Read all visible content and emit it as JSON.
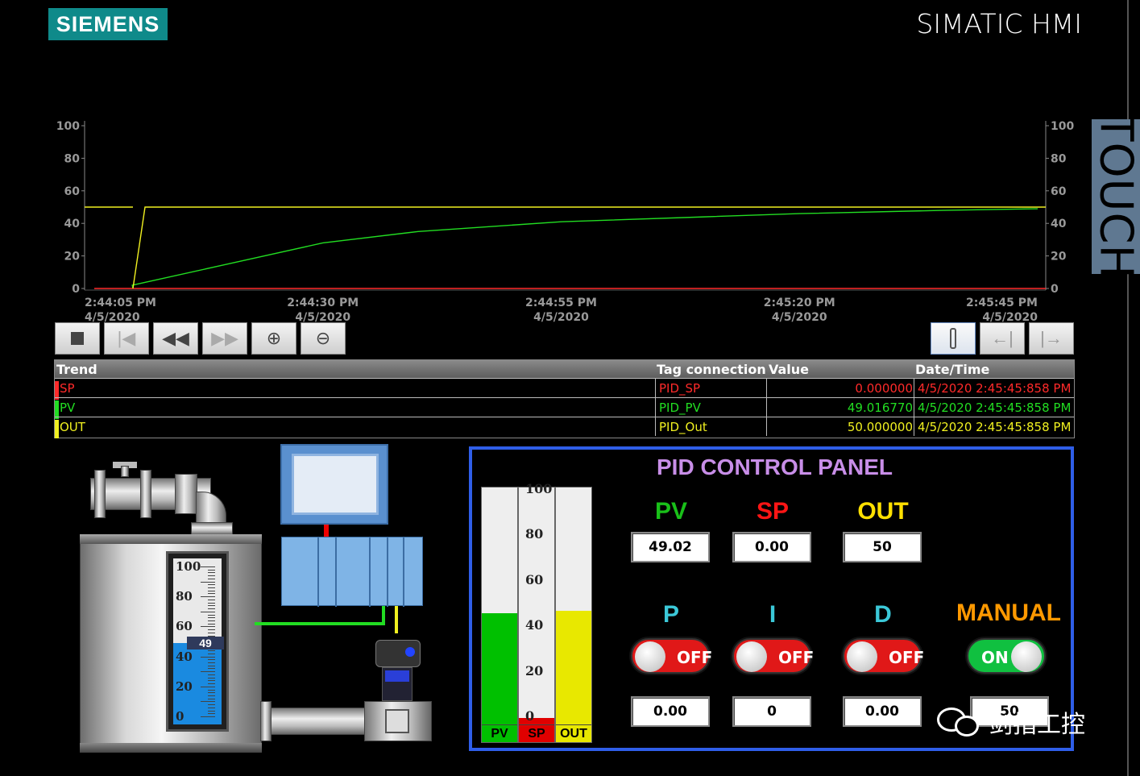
{
  "header": {
    "logo_text": "SIEMENS",
    "title": "SIMATIC HMI",
    "side_label": "TOUCH"
  },
  "trend": {
    "y_ticks": [
      "100",
      "80",
      "60",
      "40",
      "20",
      "0"
    ],
    "x_ticks": [
      {
        "time": "2:44:05 PM",
        "date": "4/5/2020"
      },
      {
        "time": "2:44:30 PM",
        "date": "4/5/2020"
      },
      {
        "time": "2:44:55 PM",
        "date": "4/5/2020"
      },
      {
        "time": "2:45:20 PM",
        "date": "4/5/2020"
      },
      {
        "time": "2:45:45 PM",
        "date": "4/5/2020"
      }
    ],
    "colors": {
      "sp": "#ff2a2a",
      "pv": "#22dd22",
      "out": "#f0f020"
    }
  },
  "chart_data": {
    "type": "line",
    "x": [
      "2:44:05 PM",
      "2:44:10 PM",
      "2:44:20 PM",
      "2:44:30 PM",
      "2:44:40 PM",
      "2:44:55 PM",
      "2:45:10 PM",
      "2:45:20 PM",
      "2:45:35 PM",
      "2:45:45 PM"
    ],
    "series": [
      {
        "name": "SP",
        "values": [
          0,
          0,
          0,
          0,
          0,
          0,
          0,
          0,
          0,
          0
        ]
      },
      {
        "name": "PV",
        "values": [
          0,
          2,
          15,
          28,
          35,
          41,
          44,
          46,
          48,
          49
        ]
      },
      {
        "name": "OUT",
        "values": [
          50,
          50,
          50,
          50,
          50,
          50,
          50,
          50,
          50,
          50
        ]
      }
    ],
    "ylim": [
      0,
      100
    ]
  },
  "toolbar": {
    "left_buttons": [
      "stop-icon",
      "goto-start-icon",
      "rewind-icon",
      "forward-icon",
      "zoom-in-icon",
      "zoom-out-icon"
    ],
    "right_buttons": [
      "ruler-icon",
      "ruler-left-icon",
      "ruler-right-icon"
    ]
  },
  "legend": {
    "headers": {
      "trend": "Trend",
      "tag": "Tag connection",
      "value": "Value",
      "datetime": "Date/Time"
    },
    "rows": [
      {
        "trend": "SP",
        "tag": "PID_SP",
        "value": "0.000000",
        "datetime": "4/5/2020 2:45:45:858 PM",
        "color": "#ff2a2a"
      },
      {
        "trend": "PV",
        "tag": "PID_PV",
        "value": "49.016770",
        "datetime": "4/5/2020 2:45:45:858 PM",
        "color": "#22dd22"
      },
      {
        "trend": "OUT",
        "tag": "PID_Out",
        "value": "50.000000",
        "datetime": "4/5/2020 2:45:45:858 PM",
        "color": "#f0f020"
      }
    ]
  },
  "tank": {
    "scale": [
      "100",
      "80",
      "60",
      "40",
      "20",
      "0"
    ],
    "level": 49,
    "level_label": "49"
  },
  "pid_panel": {
    "title": "PID CONTROL PANEL",
    "bar_scale": [
      "100",
      "80",
      "60",
      "40",
      "20",
      "0"
    ],
    "bars": [
      {
        "label": "PV",
        "value": 49.02,
        "color": "#00c000"
      },
      {
        "label": "SP",
        "value": 0,
        "color": "#e00000"
      },
      {
        "label": "OUT",
        "value": 50,
        "color": "#e8e800"
      }
    ],
    "pv": {
      "label": "PV",
      "value": "49.02",
      "color": "#19c019"
    },
    "sp": {
      "label": "SP",
      "value": "0.00",
      "color": "#ff1515"
    },
    "out": {
      "label": "OUT",
      "value": "50",
      "color": "#ffe000"
    },
    "p": {
      "label": "P",
      "state": "OFF",
      "value": "0.00",
      "color": "#3bc8d8"
    },
    "i": {
      "label": "I",
      "state": "OFF",
      "value": "0",
      "color": "#3bc8d8"
    },
    "d": {
      "label": "D",
      "state": "OFF",
      "value": "0.00",
      "color": "#3bc8d8"
    },
    "manual": {
      "label": "MANUAL",
      "state": "ON",
      "value": "50",
      "color": "#ff9900"
    }
  },
  "watermark": {
    "text": "剑指工控"
  }
}
